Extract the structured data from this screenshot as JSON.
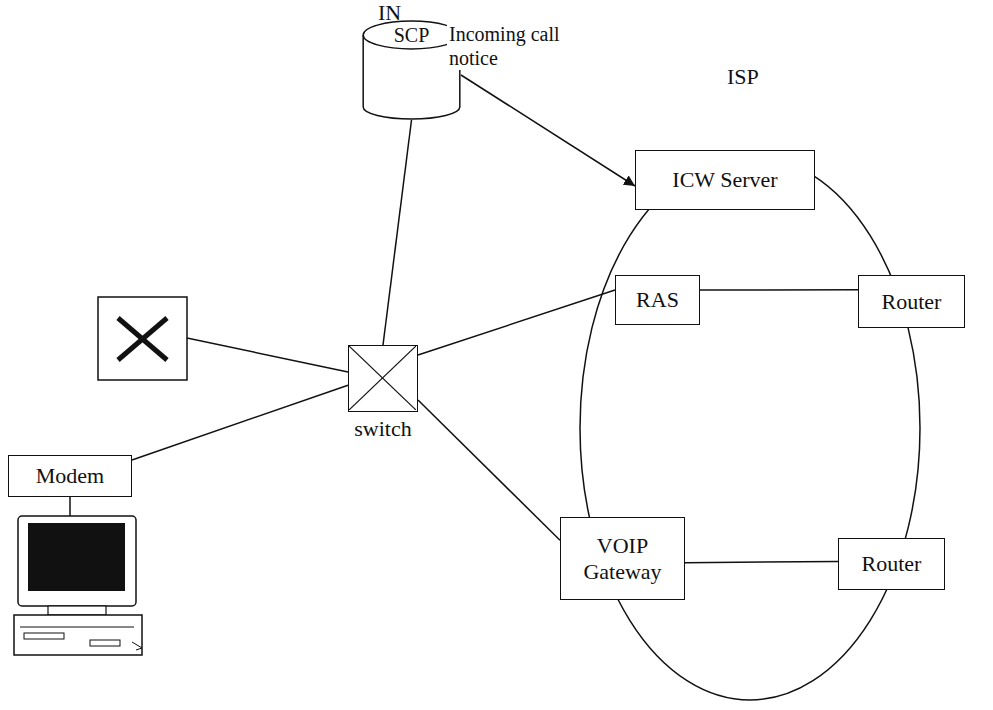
{
  "diagram": {
    "nodes": [
      {
        "text": [
          "SCP"
        ]
      },
      {
        "text": [
          "ICW Server"
        ]
      },
      {
        "text": [
          "RAS"
        ]
      },
      {
        "text": [
          "Router"
        ]
      },
      {
        "text": [
          "switch"
        ]
      },
      {
        "text": [
          "Modem"
        ]
      },
      {
        "text": [
          "VOIP Gateway"
        ]
      },
      {
        "text": [
          "Router"
        ]
      }
    ],
    "edges": [
      {
        "from": 0,
        "to": 1,
        "arrow": "to",
        "label": "Incoming call notice"
      },
      {
        "from": 0,
        "to": 4,
        "arrow": "none"
      },
      {
        "from": 4,
        "to": 2,
        "arrow": "none"
      },
      {
        "from": 2,
        "to": 3,
        "arrow": "none"
      },
      {
        "from": 4,
        "to": 5,
        "arrow": "none"
      },
      {
        "from": 4,
        "to": 6,
        "arrow": "none"
      },
      {
        "from": 6,
        "to": 7,
        "arrow": "none"
      }
    ],
    "labels": [
      "IN",
      "ISP"
    ]
  }
}
